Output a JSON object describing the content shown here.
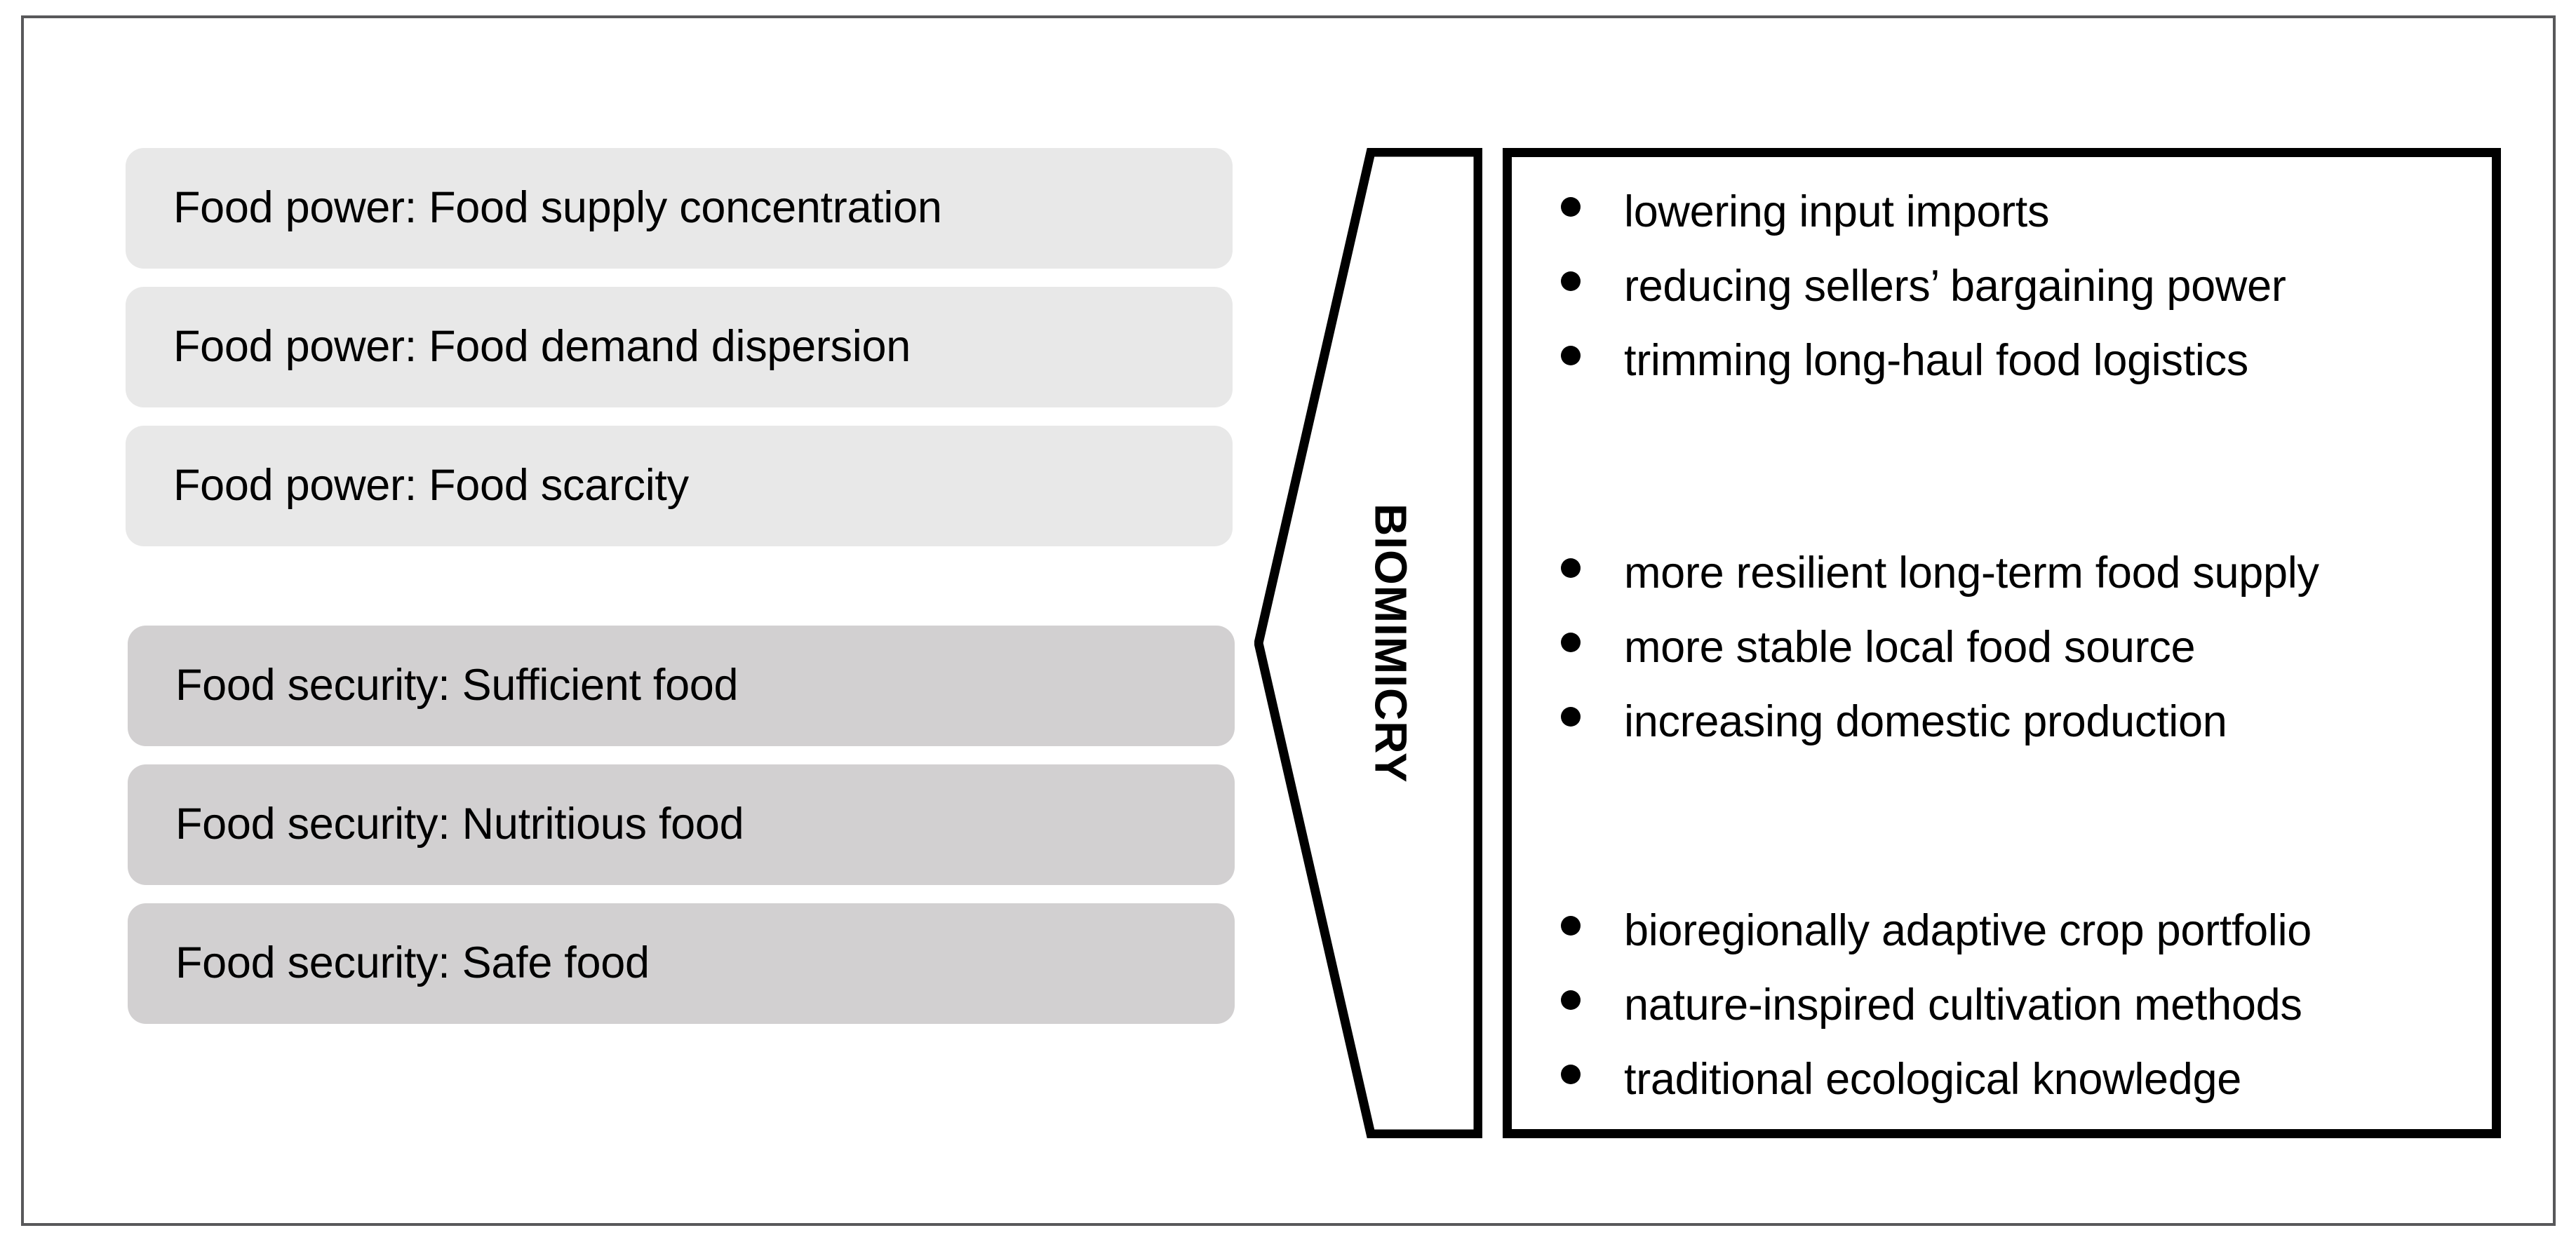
{
  "figure": {
    "left_column": {
      "power_group": {
        "label": "Food power",
        "items": [
          "Food power: Food supply concentration",
          "Food power: Food demand dispersion",
          "Food power: Food scarcity"
        ],
        "fill_color": "#e8e8e8"
      },
      "security_group": {
        "label": "Food security",
        "items": [
          "Food security: Sufficient food",
          "Food security: Nutritious food",
          "Food security: Safe food"
        ],
        "fill_color": "#d2d0d1"
      }
    },
    "connector": {
      "label": "BIOMIMICRY",
      "shape": "left-pointing-chevron",
      "orientation": "vertical-text",
      "stroke_color": "#000000"
    },
    "outcomes": {
      "border_color": "#000000",
      "groups": [
        {
          "bullets": [
            "lowering input imports",
            "reducing sellers’ bargaining power",
            "trimming long-haul food logistics"
          ]
        },
        {
          "bullets": [
            "more resilient long-term food supply",
            "more stable local food source",
            "increasing domestic production"
          ]
        },
        {
          "bullets": [
            "bioregionally adaptive crop portfolio",
            "nature-inspired cultivation methods",
            "traditional ecological knowledge"
          ]
        }
      ]
    },
    "frame": {
      "border_color": "#58585a"
    }
  }
}
